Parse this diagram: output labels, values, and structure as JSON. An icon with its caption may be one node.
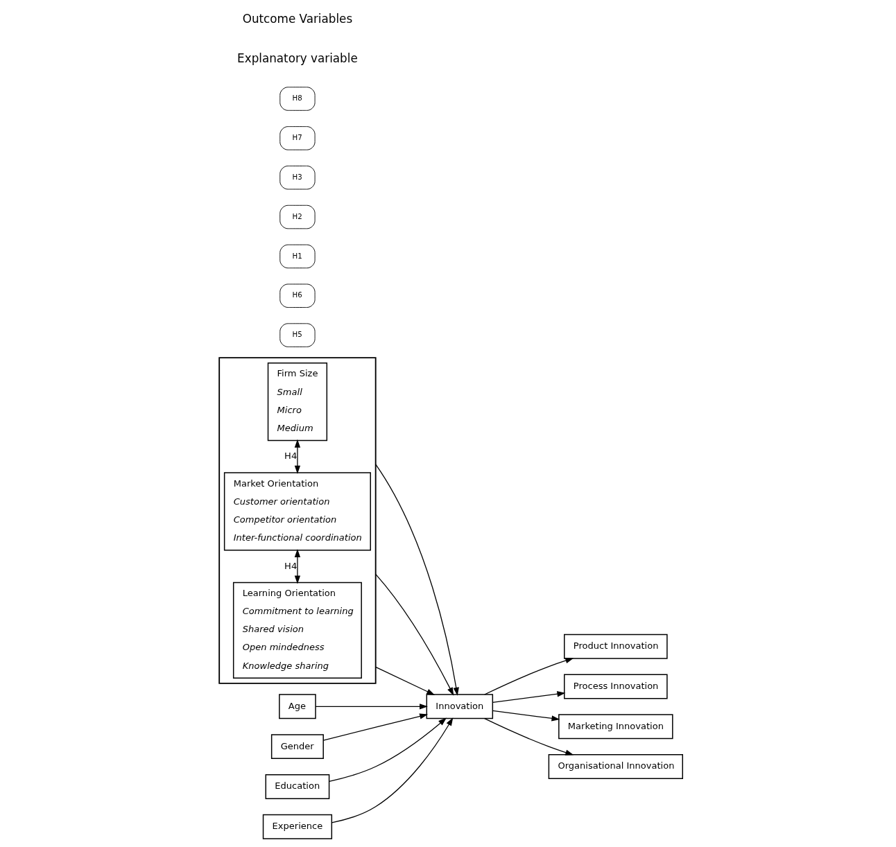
{
  "diagram": {
    "nodes": [
      {
        "text": [],
        "shape": "box"
      },
      {
        "text": [
          "Firm Size",
          "Small",
          "Micro",
          "Medium"
        ],
        "in": 0
      },
      {
        "text": [
          "Market Orientation",
          "Customer orientation",
          "Competitor orientation",
          "Inter-functional coordination"
        ],
        "in": 0
      },
      {
        "text": [
          "Learning Orientation",
          "Commitment to learning",
          "Shared vision",
          "Open mindedness",
          "Knowledge sharing"
        ],
        "in": 0
      },
      {
        "text": [
          "Age"
        ]
      },
      {
        "text": [
          "Gender"
        ]
      },
      {
        "text": [
          "H5"
        ]
      },
      {
        "text": [
          "H6"
        ]
      },
      {
        "text": [
          "H1"
        ]
      },
      {
        "text": [
          "Product Innovation"
        ]
      },
      {
        "text": [
          "Process Innovation"
        ]
      },
      {
        "text": [
          "H2"
        ]
      },
      {
        "text": [
          "Innovation"
        ]
      },
      {
        "text": [
          "Marketing Innovation"
        ]
      },
      {
        "text": [
          "H3"
        ]
      },
      {
        "text": [
          "Organisational Innovation"
        ]
      },
      {
        "text": [
          "H7"
        ]
      },
      {
        "text": [
          "H8"
        ]
      },
      {
        "text": [
          "Education"
        ]
      },
      {
        "text": [
          "Experience"
        ]
      }
    ],
    "edges": [
      {
        "from": 1,
        "to": 2,
        "arrow": "both",
        "label": "H4"
      },
      {
        "from": 2,
        "to": 3,
        "arrow": "both",
        "label": "H4"
      },
      {
        "from": 1,
        "to": 12,
        "arrow": "to"
      },
      {
        "from": 4,
        "to": 12,
        "arrow": "to"
      },
      {
        "from": 5,
        "to": 12,
        "arrow": "to"
      },
      {
        "from": 2,
        "to": 12,
        "arrow": "to"
      },
      {
        "from": 3,
        "to": 12,
        "arrow": "to"
      },
      {
        "from": 18,
        "to": 12,
        "arrow": "to"
      },
      {
        "from": 19,
        "to": 12,
        "arrow": "to"
      },
      {
        "from": 12,
        "to": 9,
        "arrow": "to"
      },
      {
        "from": 12,
        "to": 10,
        "arrow": "to"
      },
      {
        "from": 12,
        "to": 13,
        "arrow": "to"
      },
      {
        "from": 12,
        "to": 15,
        "arrow": "to"
      }
    ],
    "labels": [
      "Explanatory variable",
      "Outcome Variables"
    ]
  }
}
